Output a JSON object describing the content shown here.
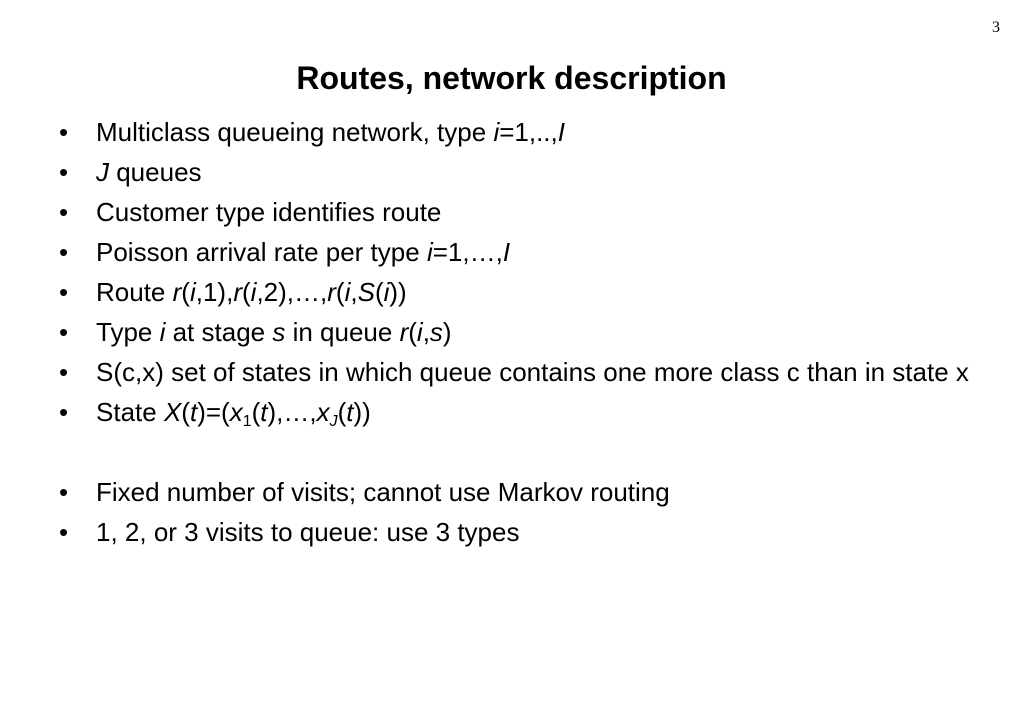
{
  "slide": {
    "page_number": "3",
    "title": "Routes, network description"
  },
  "bullets": [
    {
      "a": "Multiclass queueing network, type ",
      "b": "i",
      "c": "=1,..,",
      "d": "I"
    },
    {
      "a": "J",
      "b": " queues"
    },
    {
      "text": "Customer type identifies route"
    },
    {
      "a": "Poisson arrival rate per type ",
      "b": "i",
      "c": "=1,…,",
      "d": "I"
    },
    {
      "a": "Route ",
      "r1": "r",
      "p1": "(",
      "i1": "i",
      "p2": ",1),",
      "r2": "r",
      "p3": "(",
      "i2": "i",
      "p4": ",2),…,",
      "r3": "r",
      "p5": "(",
      "i3": "i",
      "p6": ",",
      "s": "S",
      "p7": "(",
      "i4": "i",
      "p8": "))"
    },
    {
      "a": "Type ",
      "b": "i",
      "c": " at stage ",
      "d": "s",
      "e": " in queue ",
      "f": "r",
      "g": "(",
      "h": "i",
      "j": ",",
      "k": "s",
      "l": ")"
    },
    {
      "text": "S(c,x) set of states in which queue contains one more class c than in state x"
    },
    {
      "a": "State ",
      "X": "X",
      "p1": "(",
      "t1": "t",
      "p2": ")=(",
      "x1": "x",
      "s1": "1",
      "p3": "(",
      "t2": "t",
      "p4": "),…,",
      "xJ": "x",
      "sJ": "J",
      "p5": "(",
      "t3": "t",
      "p6": "))"
    },
    {
      "text": "Fixed number of visits; cannot use Markov routing"
    },
    {
      "text": "1, 2, or 3 visits to queue: use 3 types"
    }
  ]
}
